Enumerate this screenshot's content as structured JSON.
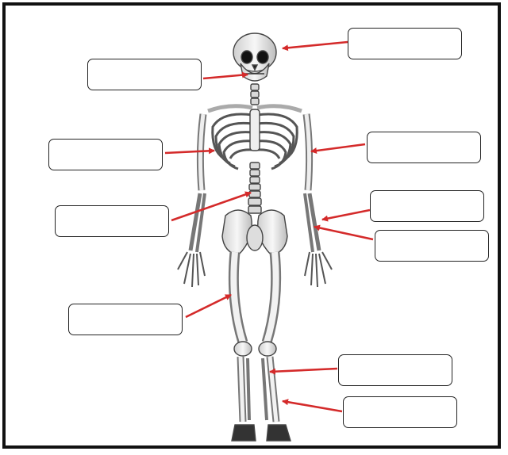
{
  "diagram": {
    "kind": "labeled-skeleton-worksheet",
    "arrow_color": "#d42a2a",
    "label_boxes": [
      {
        "id": "skull",
        "text": ""
      },
      {
        "id": "mandible",
        "text": ""
      },
      {
        "id": "ribs",
        "text": ""
      },
      {
        "id": "humerus",
        "text": ""
      },
      {
        "id": "spine",
        "text": ""
      },
      {
        "id": "radius",
        "text": ""
      },
      {
        "id": "ulna",
        "text": ""
      },
      {
        "id": "femur",
        "text": ""
      },
      {
        "id": "tibia",
        "text": ""
      },
      {
        "id": "fibula",
        "text": ""
      }
    ]
  }
}
